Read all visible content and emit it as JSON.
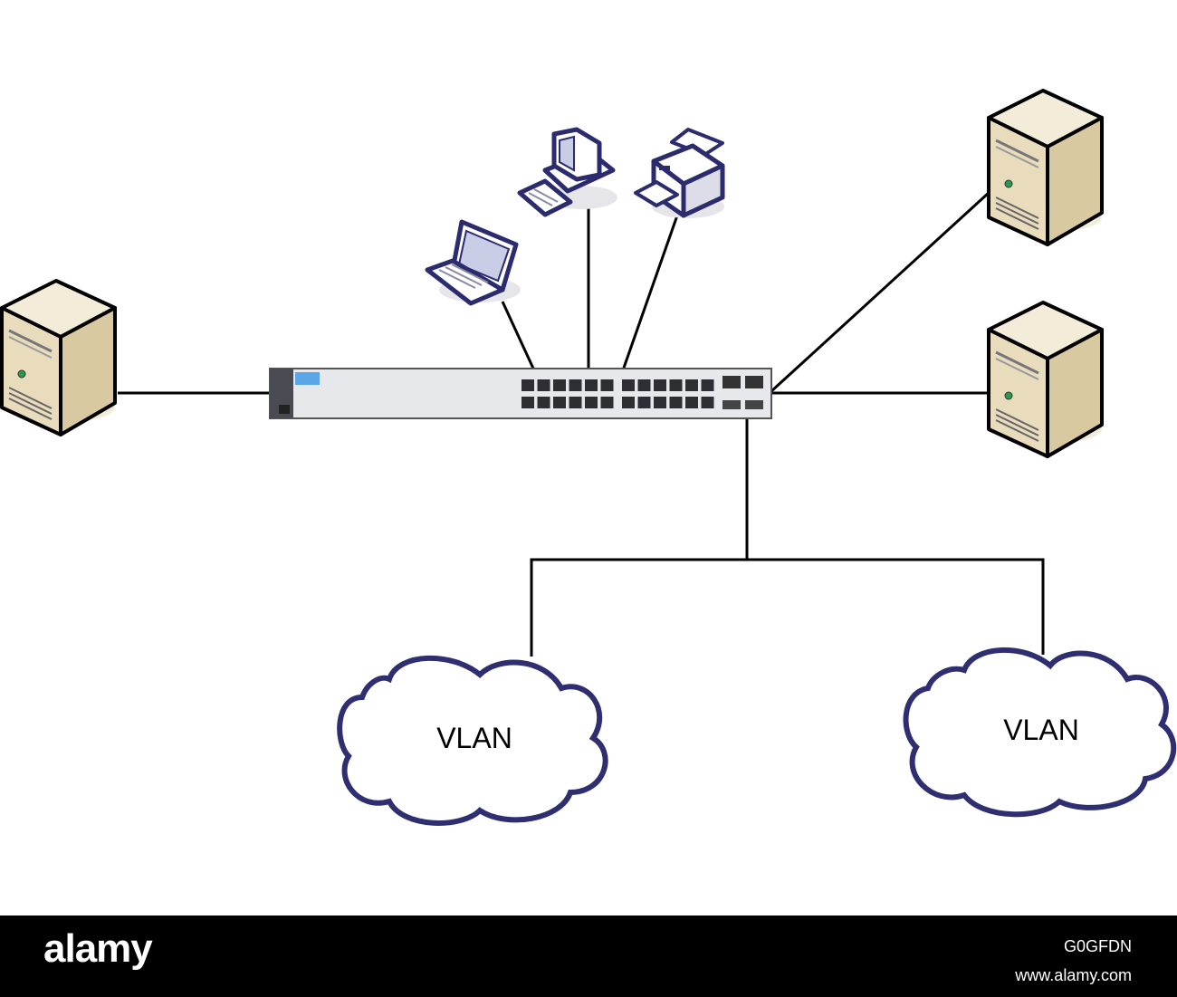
{
  "diagram": {
    "nodes": [
      {
        "id": "server-left",
        "type": "server"
      },
      {
        "id": "laptop",
        "type": "laptop"
      },
      {
        "id": "desktop-pc",
        "type": "desktop"
      },
      {
        "id": "printer",
        "type": "printer"
      },
      {
        "id": "switch",
        "type": "network-switch",
        "ports": 24,
        "uplinks": 4
      },
      {
        "id": "server-right-top",
        "type": "server"
      },
      {
        "id": "server-right-bottom",
        "type": "server"
      },
      {
        "id": "cloud-left",
        "type": "cloud",
        "label": "VLAN"
      },
      {
        "id": "cloud-right",
        "type": "cloud",
        "label": "VLAN"
      }
    ],
    "edges": [
      {
        "from": "server-left",
        "to": "switch"
      },
      {
        "from": "laptop",
        "to": "switch"
      },
      {
        "from": "desktop-pc",
        "to": "switch"
      },
      {
        "from": "printer",
        "to": "switch"
      },
      {
        "from": "switch",
        "to": "server-right-top"
      },
      {
        "from": "switch",
        "to": "server-right-bottom"
      },
      {
        "from": "switch",
        "to": "cloud-left"
      },
      {
        "from": "switch",
        "to": "cloud-right"
      }
    ],
    "colors": {
      "device_outline": "#2b2b6e",
      "device_fill": "#ffffff",
      "server_fill": "#ede3cc",
      "server_outline": "#000000",
      "cloud_outline": "#2e2e70",
      "line": "#000000",
      "switch_body": "#e6e8ec",
      "switch_label": "#5aa6e6"
    }
  },
  "clouds": {
    "left_label": "VLAN",
    "right_label": "VLAN"
  },
  "watermark": {
    "brand": "alamy",
    "image_id": "G0GFDN",
    "url": "www.alamy.com"
  }
}
